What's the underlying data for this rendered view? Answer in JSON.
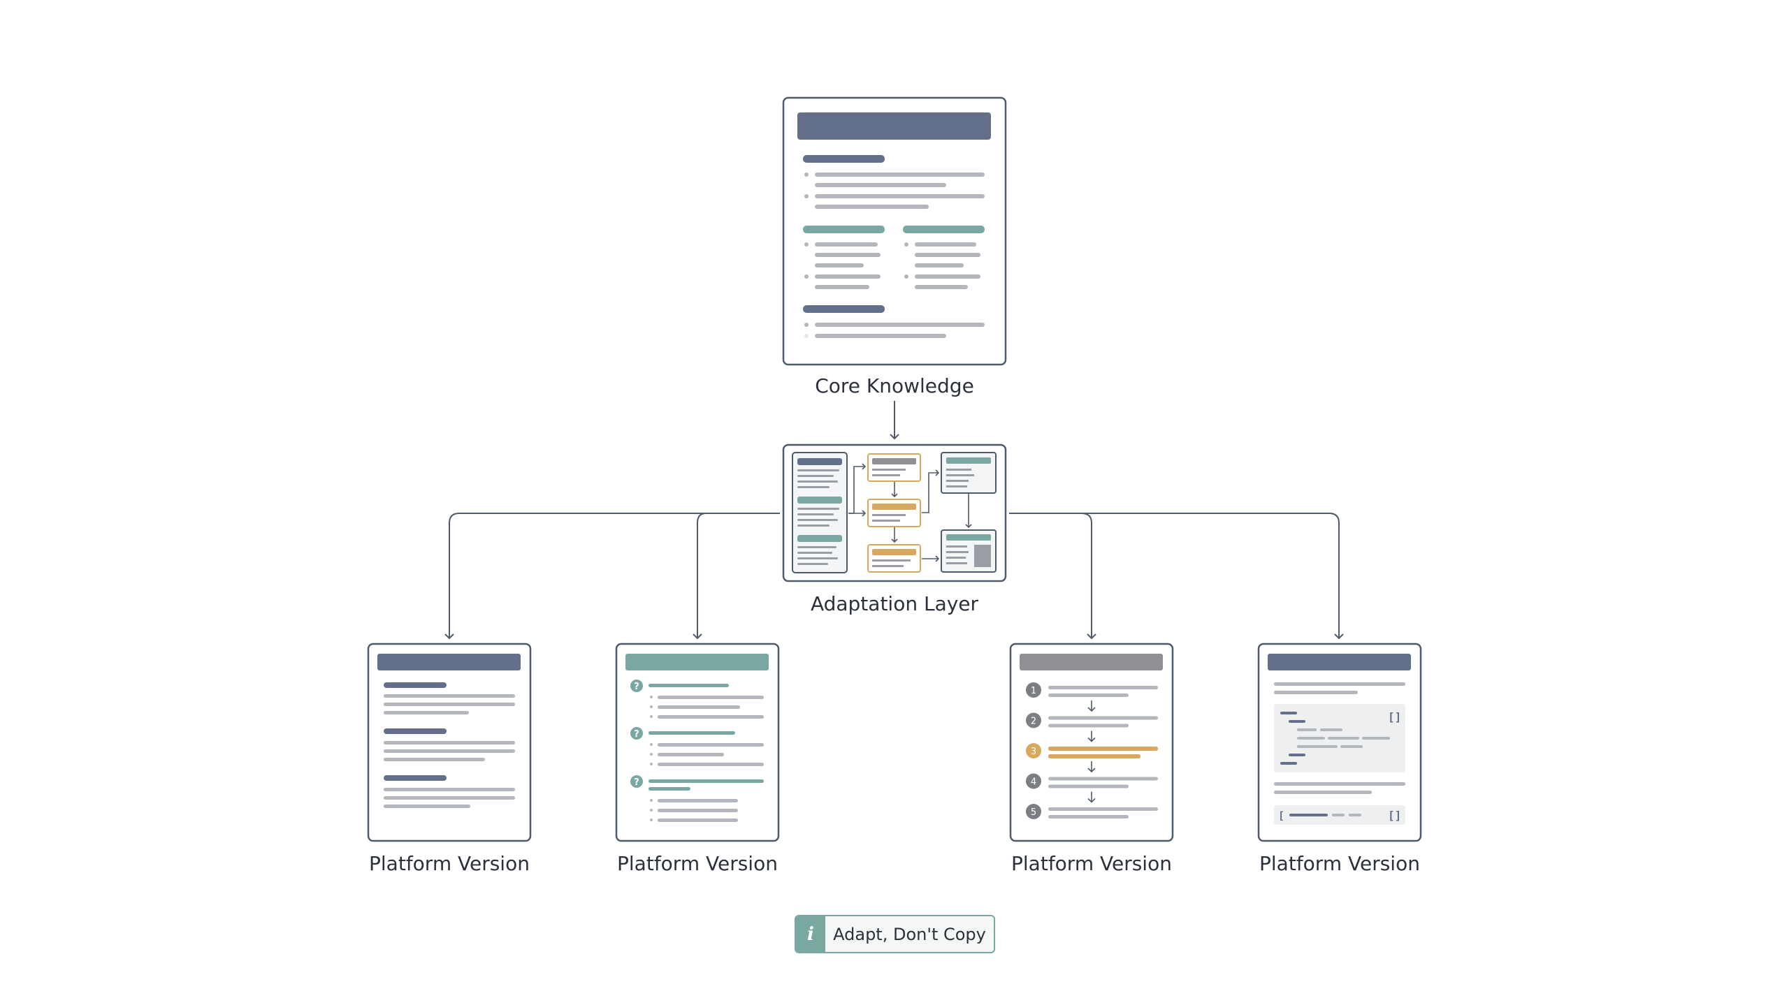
{
  "nodes": {
    "core": {
      "label": "Core Knowledge"
    },
    "adaptation": {
      "label": "Adaptation Layer"
    },
    "platforms": [
      {
        "label": "Platform Version"
      },
      {
        "label": "Platform Version"
      },
      {
        "label": "Platform Version"
      },
      {
        "label": "Platform Version"
      }
    ]
  },
  "steps": [
    "1",
    "2",
    "3",
    "4",
    "5"
  ],
  "callout": {
    "icon": "info-icon",
    "text": "Adapt, Don't Copy"
  },
  "colors": {
    "slate": "#647089",
    "teal": "#7aa7a1",
    "gold": "#d7a860",
    "gray": "#8e9093",
    "line": "#b3b6ba",
    "connector": "#4f5a6b"
  }
}
